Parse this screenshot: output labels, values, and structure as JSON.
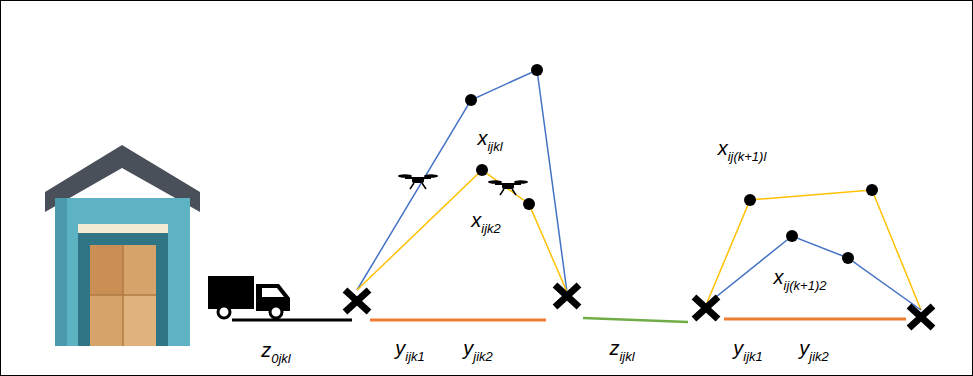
{
  "diagram": {
    "labels": [
      "xijkl",
      "xij(k+1)l",
      "xijk2",
      "xij(k+1)2",
      "z0jkl",
      "yijk1",
      "yjik2",
      "zijkl",
      "yijk1",
      "yjik2"
    ]
  }
}
